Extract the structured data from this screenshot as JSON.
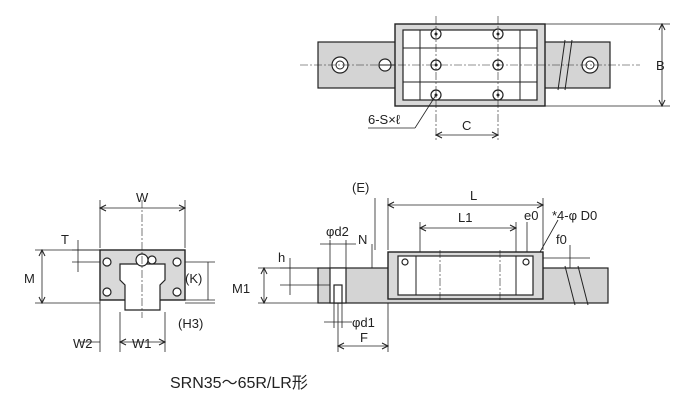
{
  "labels": {
    "B": "B",
    "six_s_l": "6-S×ℓ",
    "C": "C",
    "W": "W",
    "T": "T",
    "M": "M",
    "K": "(K)",
    "H3": "(H3)",
    "W2": "W2",
    "W1": "W1",
    "E": "(E)",
    "L": "L",
    "L1": "L1",
    "e0": "e0",
    "four_D0": "*4-φ D0",
    "phi_d2": "φd2",
    "N": "N",
    "f0": "f0",
    "h": "h",
    "M1": "M1",
    "phi_d1": "φd1",
    "F": "F"
  },
  "caption": "SRN35～65R/LR形",
  "colors": {
    "line": "#222222",
    "body_fill": "#d9d9d9",
    "rail_fill": "#d4d4d4"
  }
}
